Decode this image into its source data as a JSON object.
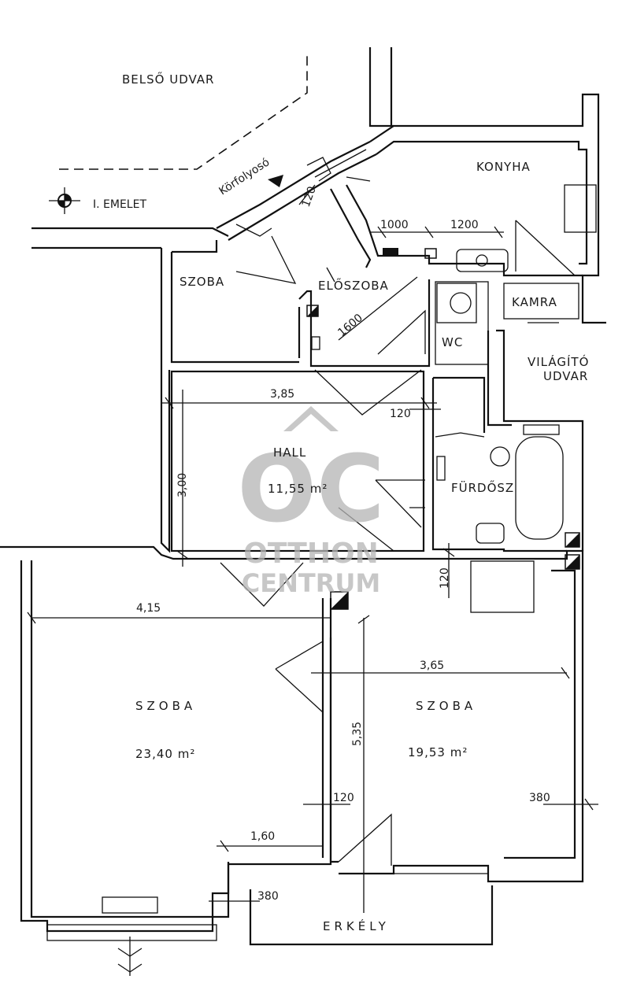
{
  "labels": {
    "belso_udvar": "BELSŐ UDVAR",
    "korfolyoso": "Körfolyosó",
    "floor": "I. EMELET",
    "konyha": "KONYHA",
    "szoba_small": "SZOBA",
    "eloszoba": "ELŐSZOBA",
    "kamra": "KAMRA",
    "wc": "WC",
    "vilagito": "VILÁGÍTÓ",
    "udvar": "UDVAR",
    "hall": "HALL",
    "hall_area": "11,55 m²",
    "furdo": "FÜRDŐSZ",
    "szoba_left": "SZOBA",
    "szoba_left_area": "23,40 m²",
    "szoba_right": "SZOBA",
    "szoba_right_area": "19,53 m²",
    "erkely": "ERKÉLY"
  },
  "dimensions": {
    "d120_corridor": "120",
    "d1000": "1000",
    "d1200": "1200",
    "d1600": "1600",
    "d385": "3,85",
    "d120_hall": "120",
    "d300": "3,00",
    "d120_bath": "120",
    "d415": "4,15",
    "d365": "3,65",
    "d535": "5,35",
    "d120_room": "120",
    "d380_right": "380",
    "d160": "1,60",
    "d380_bottom": "380"
  },
  "watermark": {
    "logo": "OC",
    "line1": "OTTHON",
    "line2": "CENTRUM"
  },
  "colors": {
    "ink": "#111111",
    "watermark": "#b5b5b5"
  }
}
